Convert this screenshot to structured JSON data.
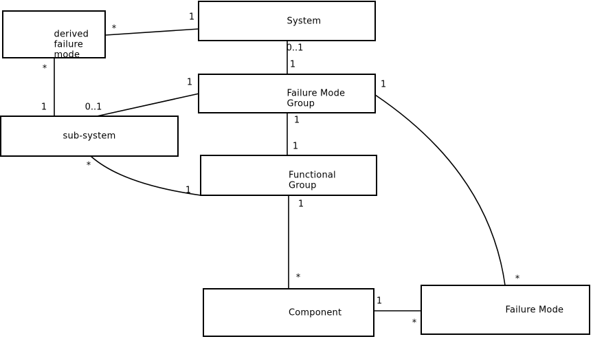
{
  "diagram": {
    "background_color": "#ffffff",
    "line_color": "#000000",
    "nodes": {
      "derived_failure_mode": "derived\nfailure\nmode",
      "system": "System",
      "failure_mode_group": "Failure Mode\nGroup",
      "sub_system": "sub-system",
      "functional_group": "Functional\nGroup",
      "component": "Component",
      "failure_mode": "Failure Mode"
    },
    "multiplicities": {
      "derived_system_star": "*",
      "derived_system_one": "1",
      "derived_subsystem_star": "*",
      "derived_subsystem_one": "1",
      "subsystem_fmg_one": "1",
      "subsystem_fmg_zero_one": "0..1",
      "system_fmg_zero_one": "0..1",
      "system_fmg_one": "1",
      "fmg_fg_one_upper": "1",
      "fmg_fg_one_lower": "1",
      "fg_component_one": "1",
      "fg_component_star": "*",
      "component_fm_one": "1",
      "component_fm_star": "*",
      "fmg_fm_one": "1",
      "fmg_fm_star": "*",
      "subsystem_fg_star": "*",
      "subsystem_fg_one": "1"
    }
  }
}
